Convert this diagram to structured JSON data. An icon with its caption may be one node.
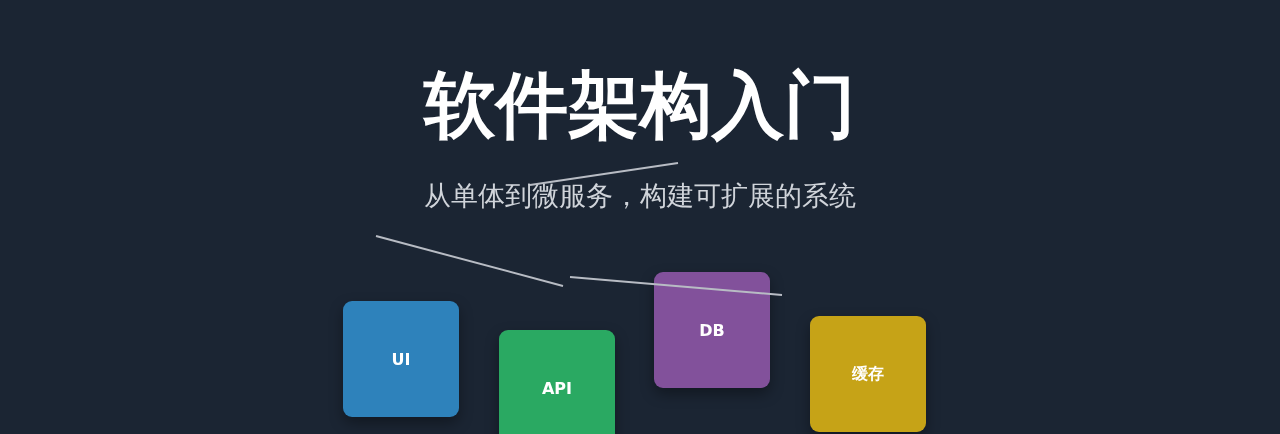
{
  "diagram": {
    "title": "软件架构入门",
    "nodes": [
      {
        "text": [
          "UI"
        ]
      },
      {
        "text": [
          "API"
        ]
      },
      {
        "text": [
          "DB"
        ]
      },
      {
        "text": [
          "缓存"
        ]
      }
    ],
    "labels": [
      "从单体到微服务，构建可扩展的系统"
    ]
  }
}
